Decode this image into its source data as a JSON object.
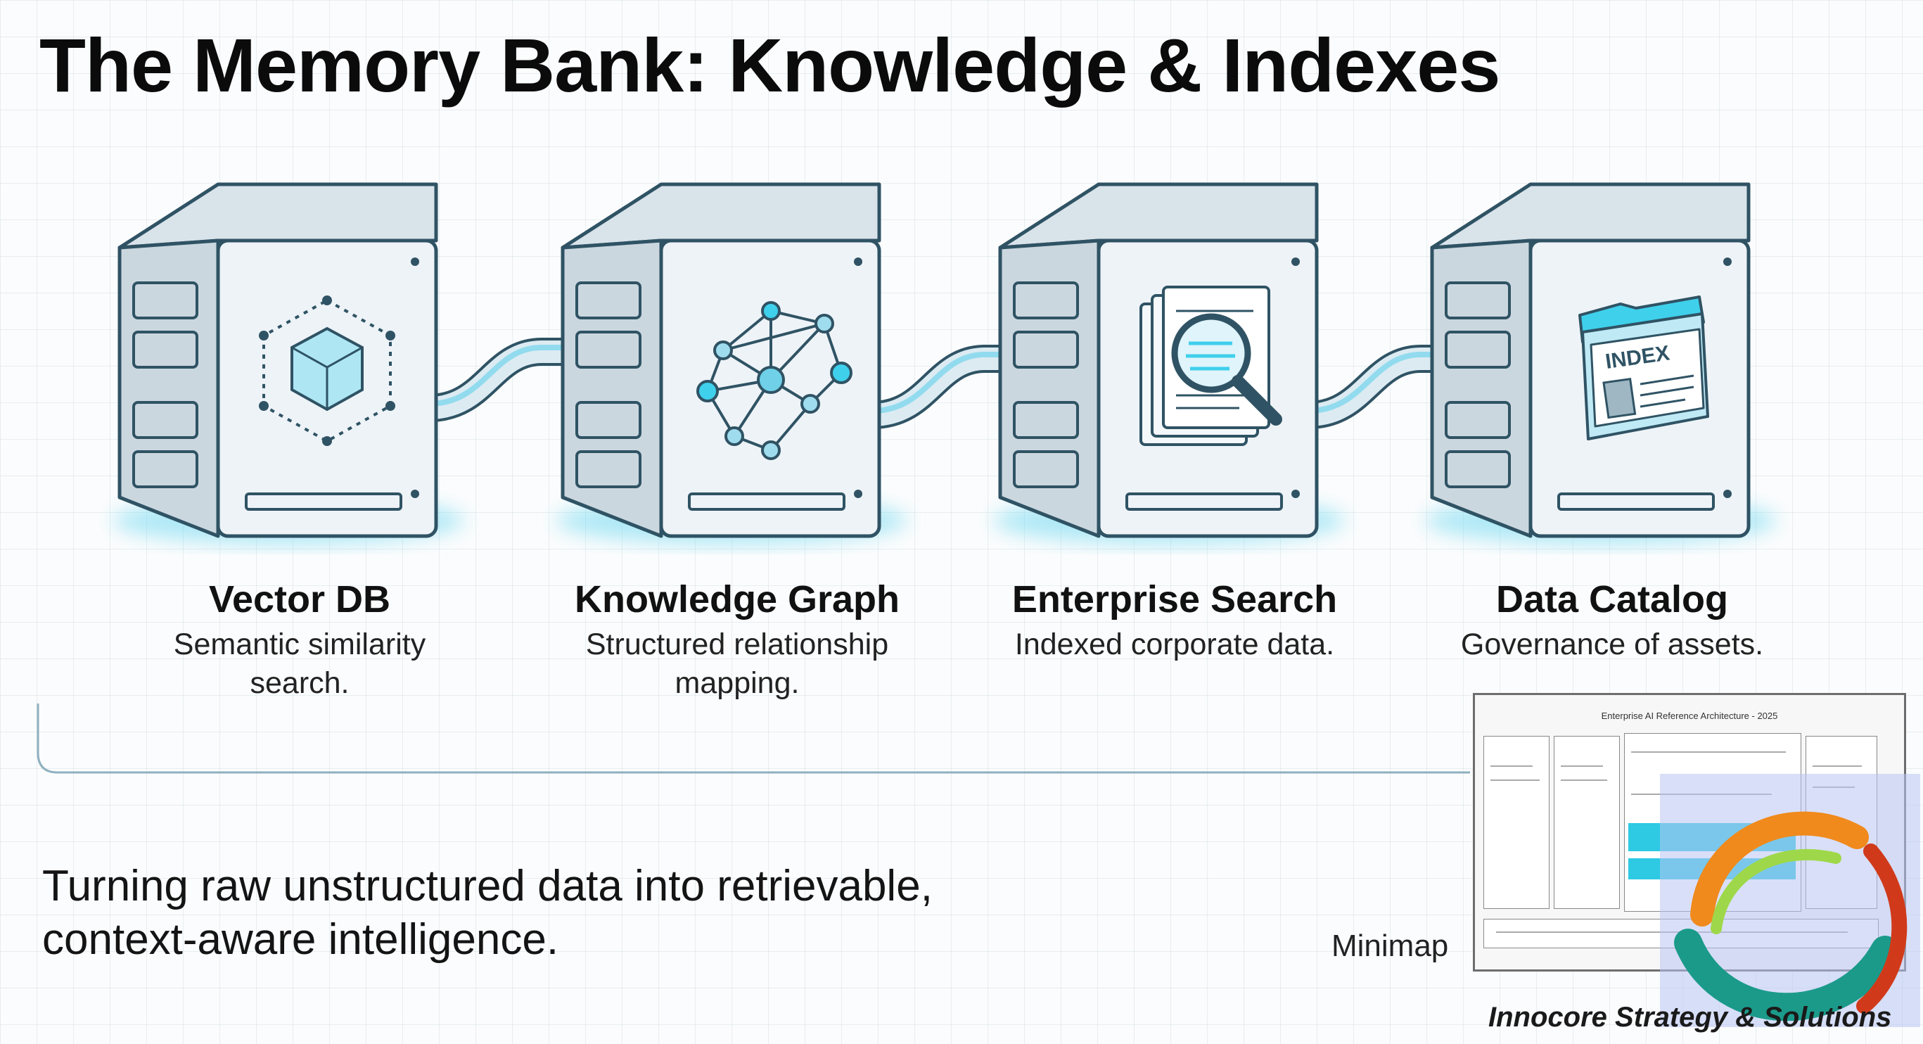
{
  "title": "The Memory Bank: Knowledge & Indexes",
  "stages": [
    {
      "name": "Vector DB",
      "description": "Semantic similarity search.",
      "icon": "cube-icon"
    },
    {
      "name": "Knowledge Graph",
      "description": "Structured relationship mapping.",
      "icon": "network-graph-icon"
    },
    {
      "name": "Enterprise Search",
      "description": "Indexed corporate data.",
      "icon": "magnifier-document-icon"
    },
    {
      "name": "Data Catalog",
      "description": "Governance of assets.",
      "icon": "folder-index-icon"
    }
  ],
  "index_folder_label": "INDEX",
  "tagline": "Turning raw unstructured data into retrievable, context-aware intelligence.",
  "minimap": {
    "label": "Minimap",
    "preview_title": "Enterprise AI Reference Architecture - 2025"
  },
  "brand": "Innocore Strategy & Solutions",
  "colors": {
    "accent_cyan": "#3fd0ec",
    "outline": "#2f5364",
    "server_body": "#e8eef3",
    "brand_orange": "#f08a1c",
    "brand_teal": "#1b9a8a"
  }
}
